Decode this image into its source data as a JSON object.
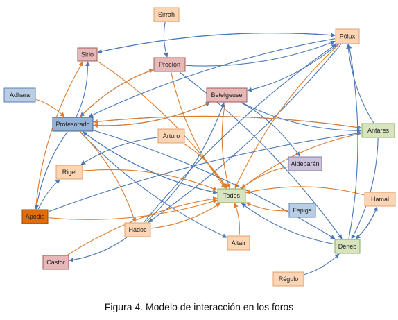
{
  "caption": "Figura 4. Modelo de interacción en los foros",
  "colors": {
    "blue_edge": "#4a78b5",
    "orange_edge": "#e07b2a",
    "pink_fill": "#e6b9b8",
    "pink_stroke": "#a05a5a",
    "peach_fill": "#fcd5b5",
    "peach_stroke": "#e0a070",
    "blue_fill": "#b9cde5",
    "blue_stroke": "#5a7fb0",
    "green_fill": "#d7e4bd",
    "green_stroke": "#8aaa5a",
    "lavender_fill": "#ccc1da",
    "lavender_stroke": "#8a7aa5",
    "dark_orange_fill": "#e36c09",
    "dark_orange_stroke": "#9a4a05",
    "strong_blue_fill": "#95b3d7",
    "strong_blue_stroke": "#3a5f95"
  },
  "nodes": [
    {
      "id": "sirrah",
      "label": "Sirrah",
      "style": "peach"
    },
    {
      "id": "sirio",
      "label": "Sirio",
      "style": "pink"
    },
    {
      "id": "procion",
      "label": "Procíon",
      "style": "pink"
    },
    {
      "id": "polux",
      "label": "Pólux",
      "style": "peach"
    },
    {
      "id": "adhara",
      "label": "Adhara",
      "style": "blue"
    },
    {
      "id": "betelgeuse",
      "label": "Betelgeuse",
      "style": "pink"
    },
    {
      "id": "profesorado",
      "label": "Profesorado",
      "style": "strong_blue"
    },
    {
      "id": "arturo",
      "label": "Arturo",
      "style": "peach"
    },
    {
      "id": "antares",
      "label": "Antares",
      "style": "green"
    },
    {
      "id": "aldebaran",
      "label": "Aldebarán",
      "style": "lavender"
    },
    {
      "id": "rigel",
      "label": "Rigel",
      "style": "peach"
    },
    {
      "id": "todos",
      "label": "Todos",
      "style": "green"
    },
    {
      "id": "apodis",
      "label": "Apodis",
      "style": "dark_orange"
    },
    {
      "id": "hamal",
      "label": "Hamal",
      "style": "peach"
    },
    {
      "id": "espiga",
      "label": "Espiga",
      "style": "blue"
    },
    {
      "id": "hadoc",
      "label": "Hadoc",
      "style": "peach"
    },
    {
      "id": "altair",
      "label": "Altair",
      "style": "peach"
    },
    {
      "id": "deneb",
      "label": "Deneb",
      "style": "green"
    },
    {
      "id": "castor",
      "label": "Castor",
      "style": "pink"
    },
    {
      "id": "regulo",
      "label": "Régulo",
      "style": "peach"
    }
  ],
  "edges": [
    {
      "from": "sirrah",
      "to": "procion",
      "color": "blue"
    },
    {
      "from": "sirio",
      "to": "polux",
      "color": "blue"
    },
    {
      "from": "polux",
      "to": "sirio",
      "color": "blue"
    },
    {
      "from": "sirio",
      "to": "todos",
      "color": "orange"
    },
    {
      "from": "procion",
      "to": "profesorado",
      "color": "blue"
    },
    {
      "from": "profesorado",
      "to": "procion",
      "color": "orange"
    },
    {
      "from": "procion",
      "to": "todos",
      "color": "orange"
    },
    {
      "from": "procion",
      "to": "deneb",
      "color": "blue"
    },
    {
      "from": "procion",
      "to": "polux",
      "color": "blue"
    },
    {
      "from": "polux",
      "to": "betelgeuse",
      "color": "blue"
    },
    {
      "from": "polux",
      "to": "profesorado",
      "color": "blue"
    },
    {
      "from": "polux",
      "to": "hadoc",
      "color": "blue"
    },
    {
      "from": "polux",
      "to": "todos",
      "color": "orange"
    },
    {
      "from": "adhara",
      "to": "profesorado",
      "color": "orange"
    },
    {
      "from": "profesorado",
      "to": "sirio",
      "color": "blue"
    },
    {
      "from": "apodis",
      "to": "sirio",
      "color": "orange"
    },
    {
      "from": "profesorado",
      "to": "apodis",
      "color": "blue"
    },
    {
      "from": "apodis",
      "to": "rigel",
      "color": "blue"
    },
    {
      "from": "profesorado",
      "to": "betelgeuse",
      "color": "blue"
    },
    {
      "from": "betelgeuse",
      "to": "profesorado",
      "color": "orange"
    },
    {
      "from": "betelgeuse",
      "to": "todos",
      "color": "orange"
    },
    {
      "from": "betelgeuse",
      "to": "aldebaran",
      "color": "blue"
    },
    {
      "from": "betelgeuse",
      "to": "antares",
      "color": "blue"
    },
    {
      "from": "profesorado",
      "to": "antares",
      "color": "blue"
    },
    {
      "from": "antares",
      "to": "profesorado",
      "color": "orange"
    },
    {
      "from": "antares",
      "to": "polux",
      "color": "blue"
    },
    {
      "from": "antares",
      "to": "todos",
      "color": "orange"
    },
    {
      "from": "antares",
      "to": "deneb",
      "color": "blue"
    },
    {
      "from": "profesorado",
      "to": "todos",
      "color": "blue"
    },
    {
      "from": "profesorado",
      "to": "deneb",
      "color": "blue"
    },
    {
      "from": "profesorado",
      "to": "altair",
      "color": "blue"
    },
    {
      "from": "profesorado",
      "to": "hadoc",
      "color": "orange"
    },
    {
      "from": "arturo",
      "to": "rigel",
      "color": "blue"
    },
    {
      "from": "arturo",
      "to": "todos",
      "color": "orange"
    },
    {
      "from": "aldebaran",
      "to": "todos",
      "color": "orange"
    },
    {
      "from": "rigel",
      "to": "todos",
      "color": "orange"
    },
    {
      "from": "apodis",
      "to": "todos",
      "color": "orange"
    },
    {
      "from": "apodis",
      "to": "antares",
      "color": "blue"
    },
    {
      "from": "hamal",
      "to": "todos",
      "color": "orange"
    },
    {
      "from": "hamal",
      "to": "deneb",
      "color": "blue"
    },
    {
      "from": "deneb",
      "to": "hamal",
      "color": "blue"
    },
    {
      "from": "espiga",
      "to": "todos",
      "color": "orange"
    },
    {
      "from": "hadoc",
      "to": "todos",
      "color": "orange"
    },
    {
      "from": "hadoc",
      "to": "castor",
      "color": "blue"
    },
    {
      "from": "hadoc",
      "to": "betelgeuse",
      "color": "blue"
    },
    {
      "from": "hadoc",
      "to": "polux",
      "color": "blue"
    },
    {
      "from": "altair",
      "to": "todos",
      "color": "orange"
    },
    {
      "from": "deneb",
      "to": "todos",
      "color": "blue"
    },
    {
      "from": "deneb",
      "to": "polux",
      "color": "blue"
    },
    {
      "from": "castor",
      "to": "todos",
      "color": "orange"
    },
    {
      "from": "regulo",
      "to": "deneb",
      "color": "blue"
    },
    {
      "from": "todos",
      "to": "profesorado",
      "color": "blue"
    }
  ]
}
